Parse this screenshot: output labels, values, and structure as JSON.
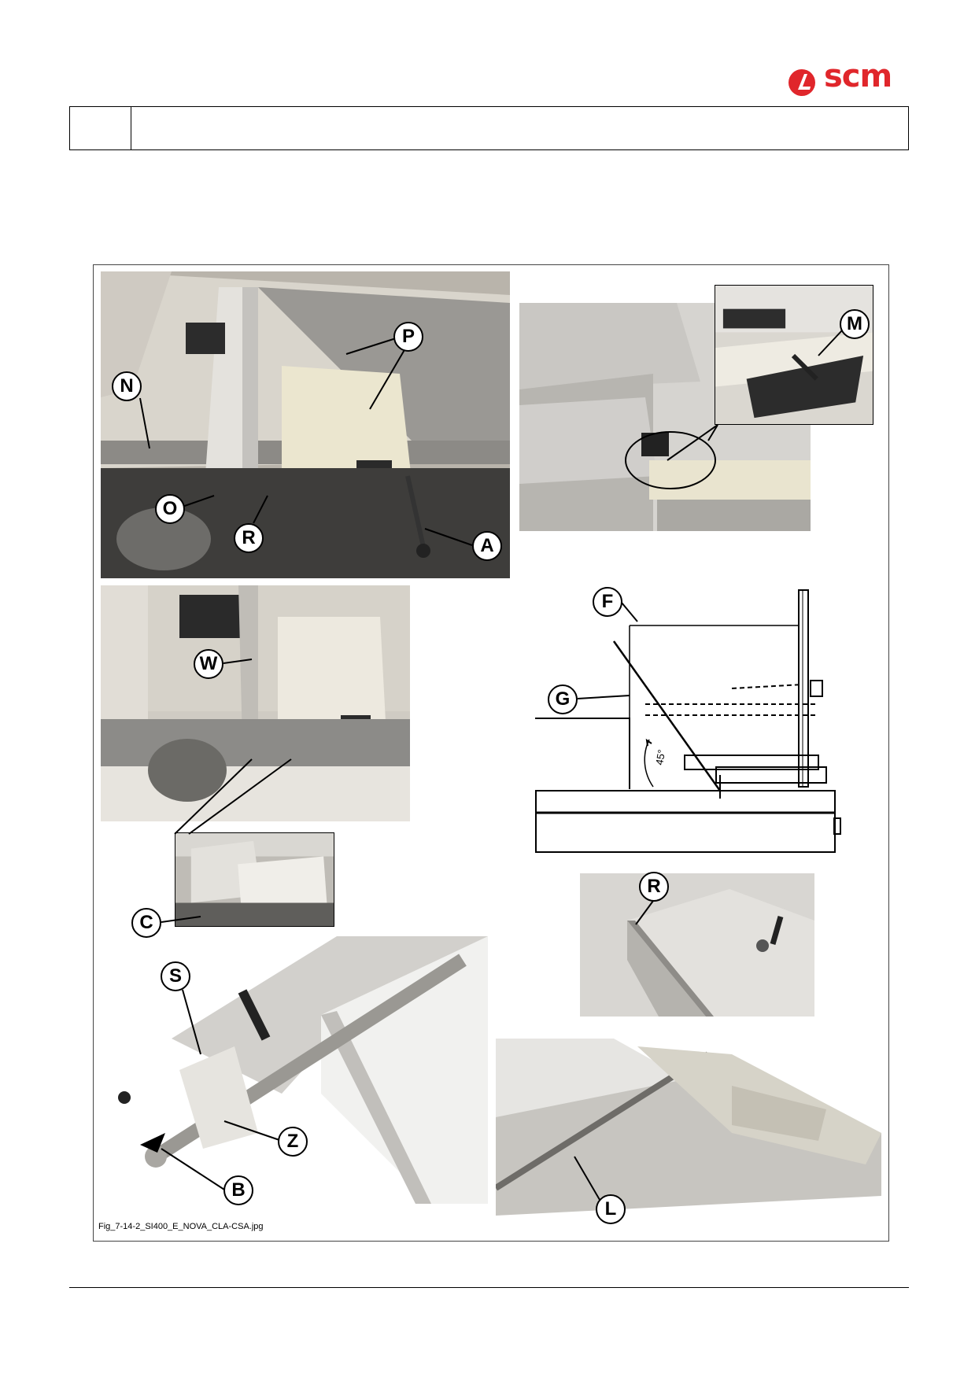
{
  "brand": {
    "name": "scm",
    "color": "#e0262b"
  },
  "figure": {
    "caption": "Fig_7-14-2_SI400_E_NOVA_CLA-CSA.jpg",
    "callouts": {
      "N": "N",
      "O": "O",
      "R": "R",
      "P": "P",
      "A": "A",
      "M": "M",
      "W": "W",
      "C": "C",
      "F": "F",
      "G": "G",
      "R2": "R",
      "S": "S",
      "Z": "Z",
      "B": "B",
      "L": "L"
    },
    "angle_label": "45°"
  }
}
